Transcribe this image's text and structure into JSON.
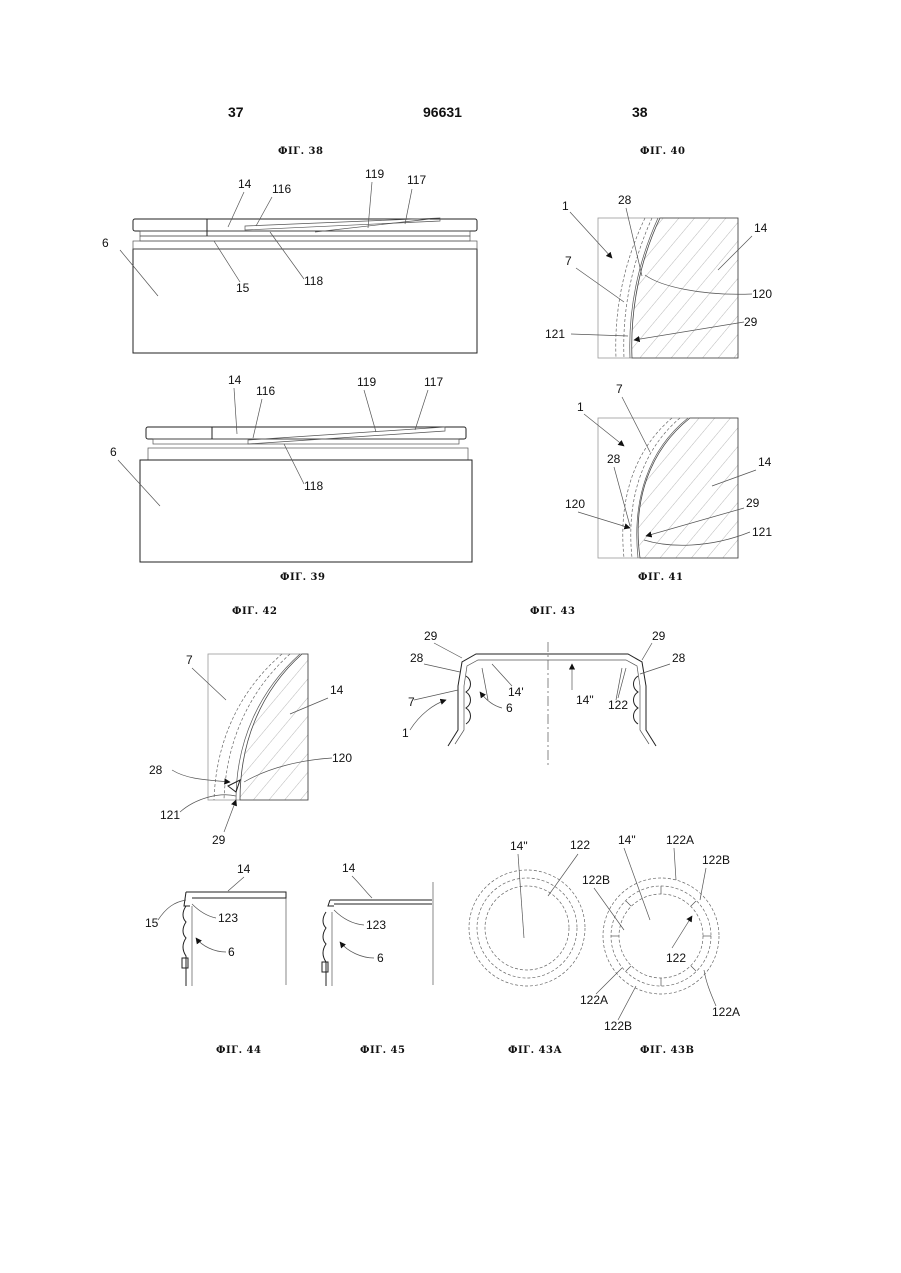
{
  "header": {
    "page_left": "37",
    "patent_number": "96631",
    "page_right": "38"
  },
  "figures": {
    "fig38": {
      "caption": "ФІГ. 38",
      "labels": [
        "6",
        "14",
        "15",
        "116",
        "117",
        "118",
        "119"
      ]
    },
    "fig39": {
      "caption": "ФІГ. 39",
      "labels": [
        "6",
        "14",
        "116",
        "117",
        "118",
        "119"
      ]
    },
    "fig40": {
      "caption": "ФІГ. 40",
      "labels": [
        "1",
        "7",
        "14",
        "28",
        "29",
        "120",
        "121"
      ]
    },
    "fig41": {
      "caption": "ФІГ. 41",
      "labels": [
        "1",
        "7",
        "14",
        "28",
        "29",
        "120",
        "121"
      ]
    },
    "fig42": {
      "caption": "ФІГ. 42",
      "labels": [
        "7",
        "14",
        "28",
        "29",
        "120",
        "121"
      ]
    },
    "fig43": {
      "caption": "ФІГ. 43",
      "labels": [
        "29",
        "28",
        "7",
        "1",
        "6",
        "14'",
        "14\"",
        "122",
        "29",
        "28"
      ]
    },
    "fig44": {
      "caption": "ФІГ. 44",
      "labels": [
        "14",
        "15",
        "123",
        "6"
      ]
    },
    "fig45": {
      "caption": "ФІГ. 45",
      "labels": [
        "14",
        "123",
        "6"
      ]
    },
    "fig43a": {
      "caption": "ФІГ. 43А",
      "labels": [
        "14\"",
        "122"
      ]
    },
    "fig43b": {
      "caption": "ФІГ. 43В",
      "labels": [
        "14\"",
        "122A",
        "122B",
        "122B",
        "122",
        "122A",
        "122B",
        "122A"
      ]
    }
  }
}
